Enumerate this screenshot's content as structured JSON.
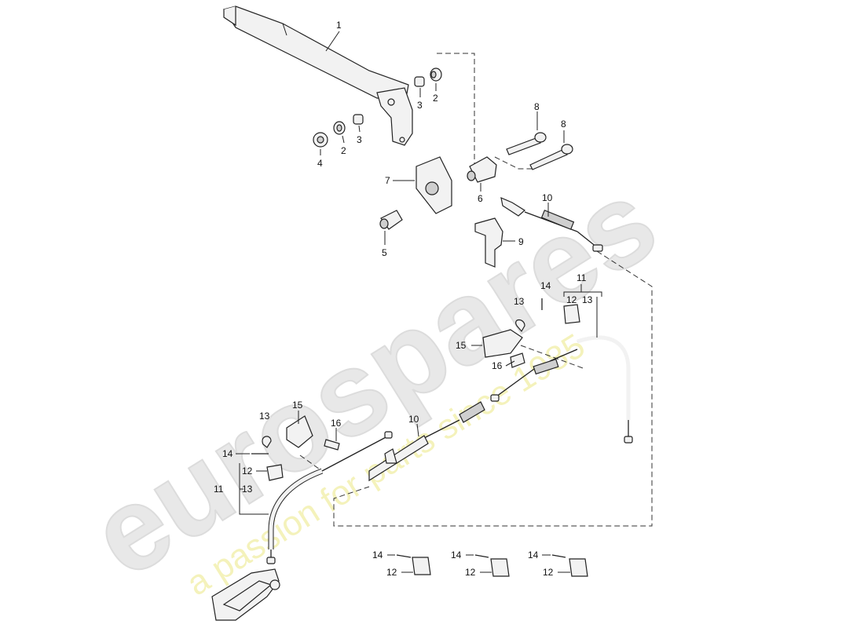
{
  "watermark": {
    "brand": "eurospares",
    "tagline": "a passion for parts since 1985"
  },
  "callouts": {
    "c1": "1",
    "c2a": "2",
    "c2b": "2",
    "c3a": "3",
    "c3b": "3",
    "c4": "4",
    "c5": "5",
    "c6": "6",
    "c7": "7",
    "c8a": "8",
    "c8b": "8",
    "c9": "9",
    "c10a": "10",
    "c10b": "10",
    "c11a": "11",
    "c11b": "11",
    "c12a": "12",
    "c12b": "12",
    "c12c": "12",
    "c12d": "12",
    "c12e": "12",
    "c13a": "13",
    "c13b": "13",
    "c13c": "13",
    "c13d": "13",
    "c14a": "14",
    "c14b": "14",
    "c14c": "14",
    "c14d": "14",
    "c14e": "14",
    "c15a": "15",
    "c15b": "15",
    "c16a": "16",
    "c16b": "16"
  }
}
